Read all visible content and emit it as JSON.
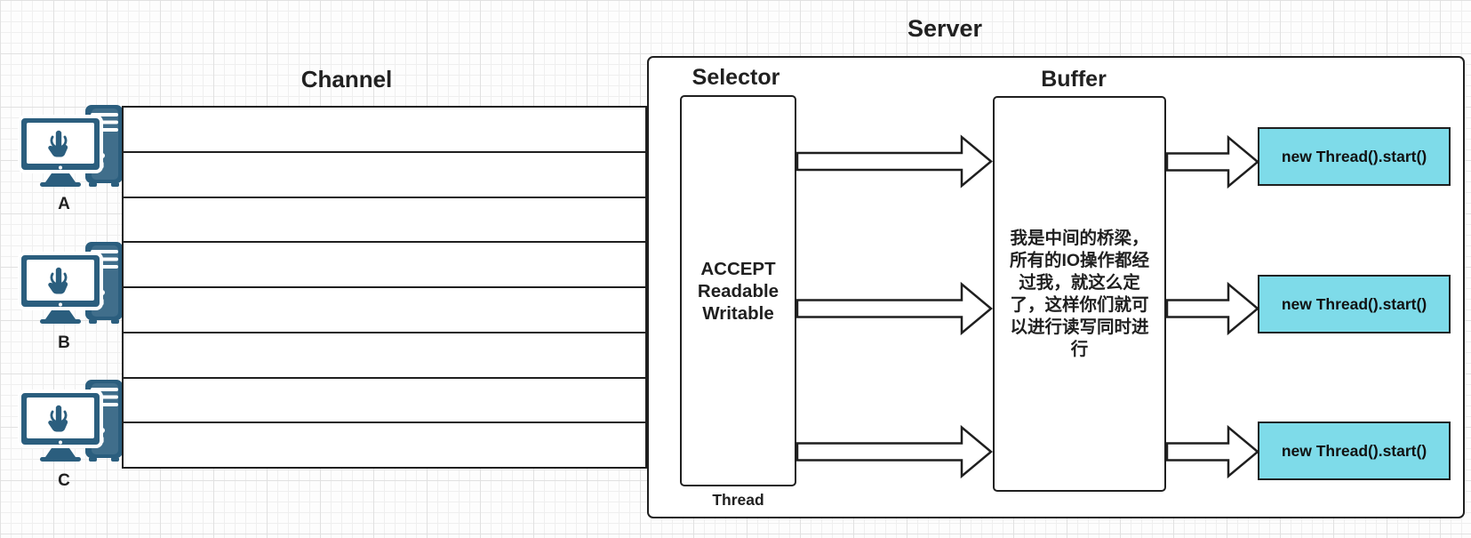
{
  "titles": {
    "server": "Server",
    "channel": "Channel",
    "selector": "Selector",
    "buffer": "Buffer"
  },
  "clients": [
    {
      "label": "A"
    },
    {
      "label": "B"
    },
    {
      "label": "C"
    }
  ],
  "channel": {
    "row_count": 8
  },
  "selector_box": {
    "lines": [
      "ACCEPT",
      "Readable",
      "Writable"
    ],
    "caption": "Thread"
  },
  "buffer_box": {
    "lines": [
      "我是中间的桥梁，",
      "所有的IO操作都经",
      "过我，就这么定",
      "了，这样你们就可",
      "以进行读写同时进",
      "行"
    ]
  },
  "thread_boxes": [
    {
      "label": "new Thread().start()"
    },
    {
      "label": "new Thread().start()"
    },
    {
      "label": "new Thread().start()"
    }
  ],
  "icons": {
    "client": "desktop-computer-touch-icon"
  },
  "colors": {
    "thread_box_fill": "#7EDBE9",
    "client_icon": "#2B5E7E",
    "line": "#1F1F1F"
  }
}
